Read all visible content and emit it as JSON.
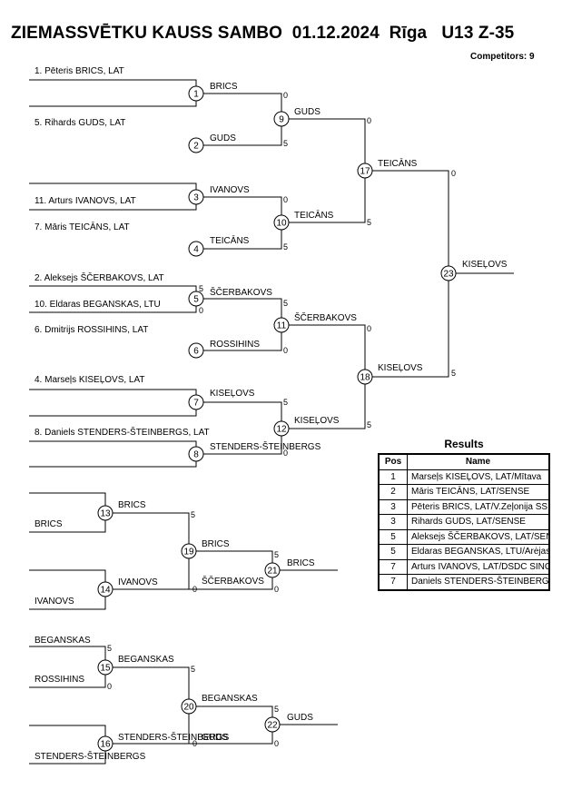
{
  "header": {
    "title": "ZIEMASSVĒTKU KAUSS SAMBO  01.12.2024  Rīga   U13 Z-35",
    "competitors": "Competitors: 9"
  },
  "labels": [
    {
      "text": "1. Pēteris BRICS, LAT"
    },
    {
      "text": "5. Rihards GUDS, LAT"
    },
    {
      "text": "11. Arturs IVANOVS, LAT"
    },
    {
      "text": "7. Māris TEICĀNS, LAT"
    },
    {
      "text": "2. Aleksejs ŠČERBAKOVS, LAT"
    },
    {
      "text": "10. Eldaras BEGANSKAS, LTU"
    },
    {
      "text": "6. Dmitrijs ROSSIHINS, LAT"
    },
    {
      "text": "4. Marseļs KISEĻOVS, LAT"
    },
    {
      "text": "8. Daniels STENDERS-ŠTEINBERGS, LAT"
    },
    {
      "text": "BRICS"
    },
    {
      "text": "GUDS"
    },
    {
      "text": "IVANOVS"
    },
    {
      "text": "TEICĀNS"
    },
    {
      "text": "ŠČERBAKOVS"
    },
    {
      "text": "ROSSIHINS"
    },
    {
      "text": "KISEĻOVS"
    },
    {
      "text": "STENDERS-ŠTEINBERGS"
    },
    {
      "text": "GUDS"
    },
    {
      "text": "TEICĀNS"
    },
    {
      "text": "ŠČERBAKOVS"
    },
    {
      "text": "KISEĻOVS"
    },
    {
      "text": "TEICĀNS"
    },
    {
      "text": "KISEĻOVS"
    },
    {
      "text": "KISEĻOVS"
    },
    {
      "text": "BRICS"
    },
    {
      "text": "BRICS"
    },
    {
      "text": "IVANOVS"
    },
    {
      "text": "IVANOVS"
    },
    {
      "text": "BRICS"
    },
    {
      "text": "ŠČERBAKOVS"
    },
    {
      "text": "BRICS"
    },
    {
      "text": "BEGANSKAS"
    },
    {
      "text": "ROSSIHINS"
    },
    {
      "text": "BEGANSKAS"
    },
    {
      "text": "STENDERS-ŠTEINBERGS"
    },
    {
      "text": "STENDERS-ŠTEINBERGS"
    },
    {
      "text": "BEGANSKAS"
    },
    {
      "text": "GUDS"
    },
    {
      "text": "GUDS"
    }
  ],
  "scores": [
    {
      "text": "0"
    },
    {
      "text": "5"
    },
    {
      "text": "0"
    },
    {
      "text": "5"
    },
    {
      "text": "5"
    },
    {
      "text": "0"
    },
    {
      "text": "5"
    },
    {
      "text": "0"
    },
    {
      "text": "5"
    },
    {
      "text": "0"
    },
    {
      "text": "0"
    },
    {
      "text": "5"
    },
    {
      "text": "0"
    },
    {
      "text": "5"
    },
    {
      "text": "0"
    },
    {
      "text": "5"
    },
    {
      "text": "5"
    },
    {
      "text": "0"
    },
    {
      "text": "5"
    },
    {
      "text": "0"
    },
    {
      "text": "5"
    },
    {
      "text": "0"
    },
    {
      "text": "5"
    },
    {
      "text": "0"
    },
    {
      "text": "5"
    },
    {
      "text": "0"
    },
    {
      "text": "0"
    },
    {
      "text": "5"
    },
    {
      "text": "0"
    },
    {
      "text": "5"
    },
    {
      "text": "0"
    },
    {
      "text": "5"
    }
  ],
  "circles": [
    {
      "n": "1"
    },
    {
      "n": "2"
    },
    {
      "n": "3"
    },
    {
      "n": "4"
    },
    {
      "n": "5"
    },
    {
      "n": "6"
    },
    {
      "n": "7"
    },
    {
      "n": "8"
    },
    {
      "n": "9"
    },
    {
      "n": "10"
    },
    {
      "n": "11"
    },
    {
      "n": "12"
    },
    {
      "n": "17"
    },
    {
      "n": "18"
    },
    {
      "n": "23"
    },
    {
      "n": "13"
    },
    {
      "n": "14"
    },
    {
      "n": "19"
    },
    {
      "n": "21"
    },
    {
      "n": "15"
    },
    {
      "n": "16"
    },
    {
      "n": "20"
    },
    {
      "n": "22"
    }
  ],
  "results": {
    "title": "Results",
    "headers": {
      "pos": "Pos",
      "name": "Name"
    },
    "rows": [
      {
        "pos": "1",
        "name": "Marseļs KISEĻOVS, LAT/Mītava"
      },
      {
        "pos": "2",
        "name": "Māris TEICĀNS, LAT/SENSE"
      },
      {
        "pos": "3",
        "name": "Pēteris BRICS, LAT/V.Zeļonija SS"
      },
      {
        "pos": "3",
        "name": "Rihards GUDS, LAT/SENSE"
      },
      {
        "pos": "5",
        "name": "Aleksejs ŠČERBAKOVS, LAT/SENSE"
      },
      {
        "pos": "5",
        "name": "Eldaras BEGANSKAS, LTU/Arėjas"
      },
      {
        "pos": "7",
        "name": "Arturs IVANOVS, LAT/DSDC SINGITA"
      },
      {
        "pos": "7",
        "name": "Daniels STENDERS-ŠTEINBERGS, LAT"
      }
    ]
  }
}
